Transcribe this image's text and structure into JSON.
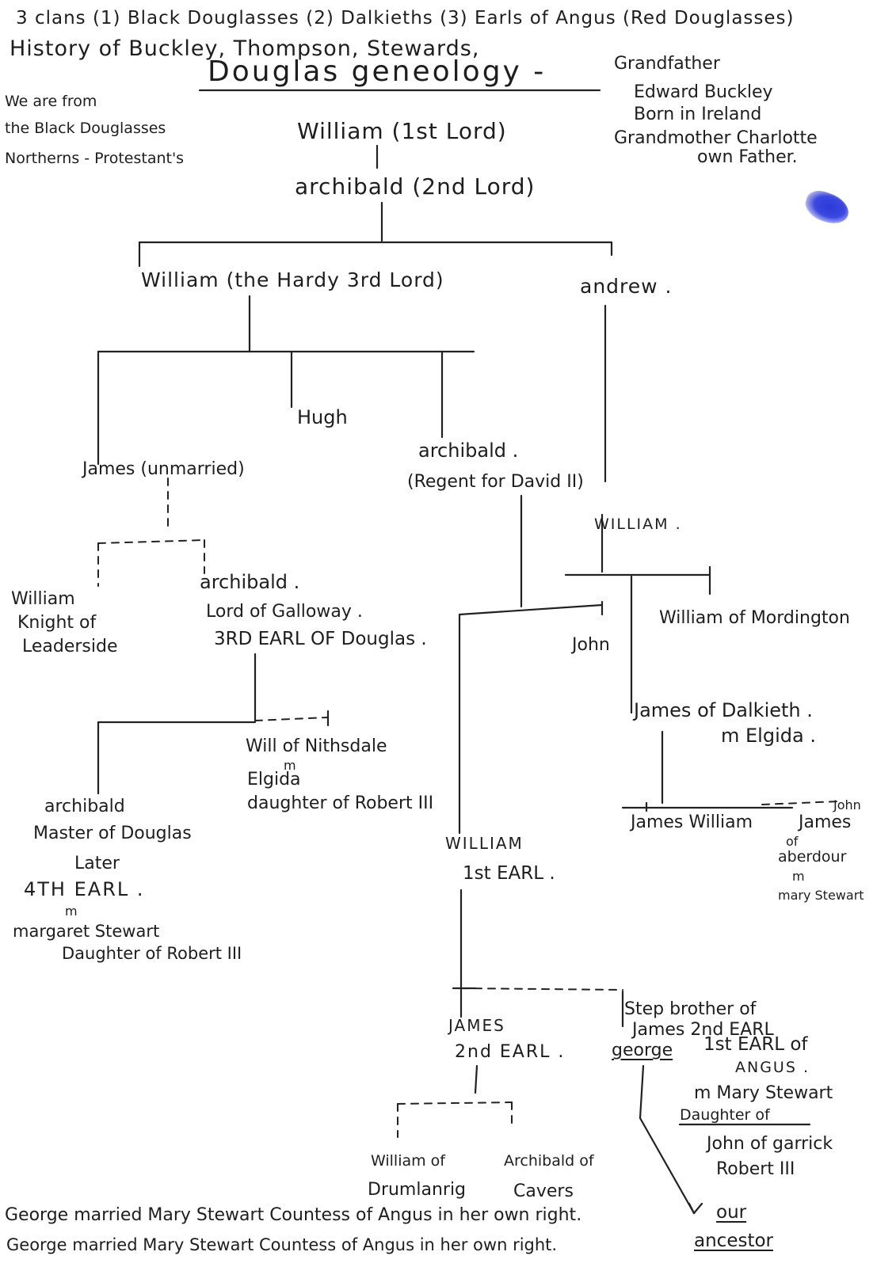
{
  "header": {
    "clans_line": "3 clans (1) Black Douglasses (2) Dalkieths (3) Earls of Angus (Red Douglasses)",
    "history_line": "History of Buckley, Thompson, Stewards,",
    "title": "Douglas geneology -",
    "grandfather_note": [
      "Grandfather",
      "Edward Buckley",
      "Born in Ireland",
      "Grandmother Charlotte",
      "own Father."
    ],
    "left_note": [
      "We are from",
      "the Black Douglasses",
      "Northerns - Protestant's"
    ]
  },
  "people": {
    "william_1st_lord": "William (1st Lord)",
    "archibald_2nd_lord": "archibald (2nd Lord)",
    "william_the_hardy": "William (the Hardy 3rd Lord)",
    "andrew": "andrew .",
    "hugh": "Hugh",
    "james_unmarried": "James (unmarried)",
    "archibald_regent": [
      "archibald .",
      "(Regent for David II)"
    ],
    "william_dalkeith": "WILLIAM .",
    "william_knight": [
      "William",
      "Knight of",
      "Leaderside"
    ],
    "archibald_galloway": [
      "archibald .",
      "Lord of Galloway .",
      "3RD EARL OF Douglas ."
    ],
    "william_mordington": "William of Mordington",
    "john": "John",
    "james_dalkieth": [
      "James of Dalkieth .",
      "m Elgida ."
    ],
    "will_nithsdale": [
      "Will of Nithsdale",
      "m",
      "Elgida",
      "daughter of Robert III"
    ],
    "archibald_master": [
      "archibald",
      "Master of Douglas",
      "Later",
      "4TH EARL .",
      "m",
      "margaret Stewart",
      "Daughter of Robert III"
    ],
    "william_1st_earl": [
      "WILLIAM",
      "1st EARL ."
    ],
    "james_william_john": "James William",
    "john_james_aberdour": [
      "John",
      "James",
      "of",
      "aberdour",
      "m",
      "mary Stewart"
    ],
    "james_2nd_earl": [
      "JAMES",
      "2nd EARL ."
    ],
    "george": "george",
    "step_brother": [
      "Step brother of",
      "James 2nd EARL"
    ],
    "earl_of_angus": [
      "1st EARL of",
      "ANGUS .",
      "m Mary Stewart",
      "Daughter of",
      "John of garrick",
      "Robert III"
    ],
    "william_drumlanrig": [
      "William of",
      "Drumlanrig"
    ],
    "archibald_cavers": [
      "Archibald of",
      "Cavers"
    ],
    "our_ancestor": [
      "our",
      "ancestor"
    ]
  },
  "footer": {
    "line1": "George married Mary Stewart Countess of Angus in her own right.",
    "line2": "George married Mary Stewart Countess of Angus in her own right."
  }
}
